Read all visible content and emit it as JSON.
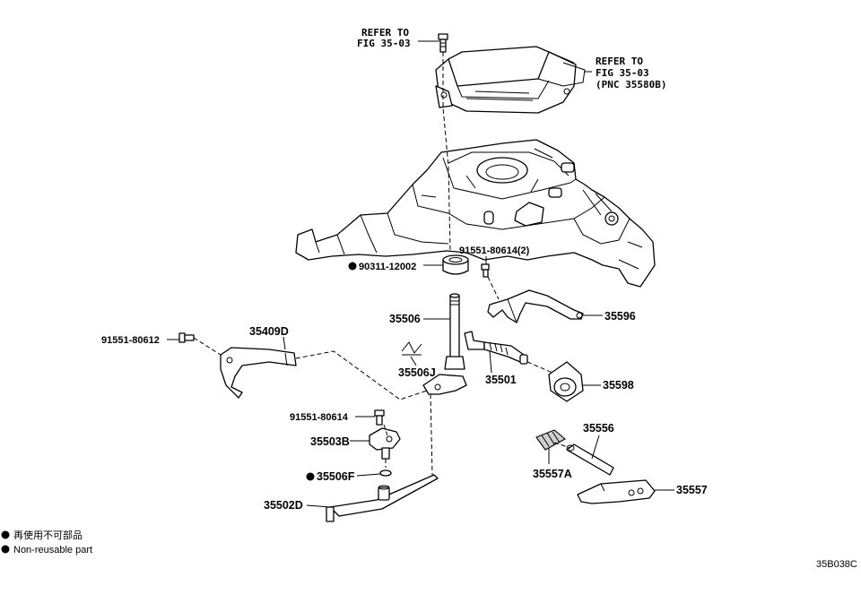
{
  "refs": {
    "top_line1": "REFER TO",
    "top_line2": "FIG 35-03",
    "right_line1": "REFER TO",
    "right_line2": "FIG 35-03",
    "right_line3": "(PNC 35580B)"
  },
  "parts": {
    "p_91551_80614_2": "91551-80614(2)",
    "p_90311_12002": "90311-12002",
    "p_35596": "35596",
    "p_35506": "35506",
    "p_35409d": "35409D",
    "p_91551_80612": "91551-80612",
    "p_35506j": "35506J",
    "p_35501": "35501",
    "p_35598": "35598",
    "p_91551_80614": "91551-80614",
    "p_35556": "35556",
    "p_35503b": "35503B",
    "p_35506f": "35506F",
    "p_35557a": "35557A",
    "p_35502d": "35502D",
    "p_35557": "35557"
  },
  "legend": {
    "line_jp": "再使用不可部品",
    "line_en": "Non-reusable part"
  },
  "figure_code": "35B038C"
}
